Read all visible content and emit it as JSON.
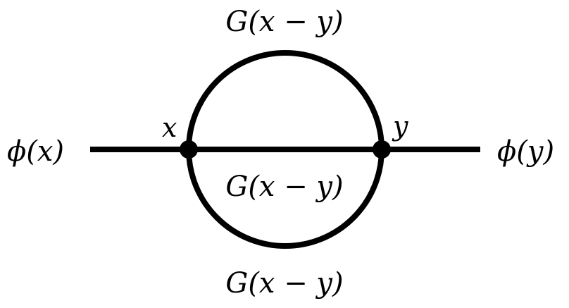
{
  "diagram": {
    "external_left_label": "ϕ(x)",
    "external_right_label": "ϕ(y)",
    "vertex_left_label": "x",
    "vertex_right_label": "y",
    "propagator_top_label": "G(x − y)",
    "propagator_middle_label": "G(x − y)",
    "propagator_bottom_label": "G(x − y)"
  }
}
